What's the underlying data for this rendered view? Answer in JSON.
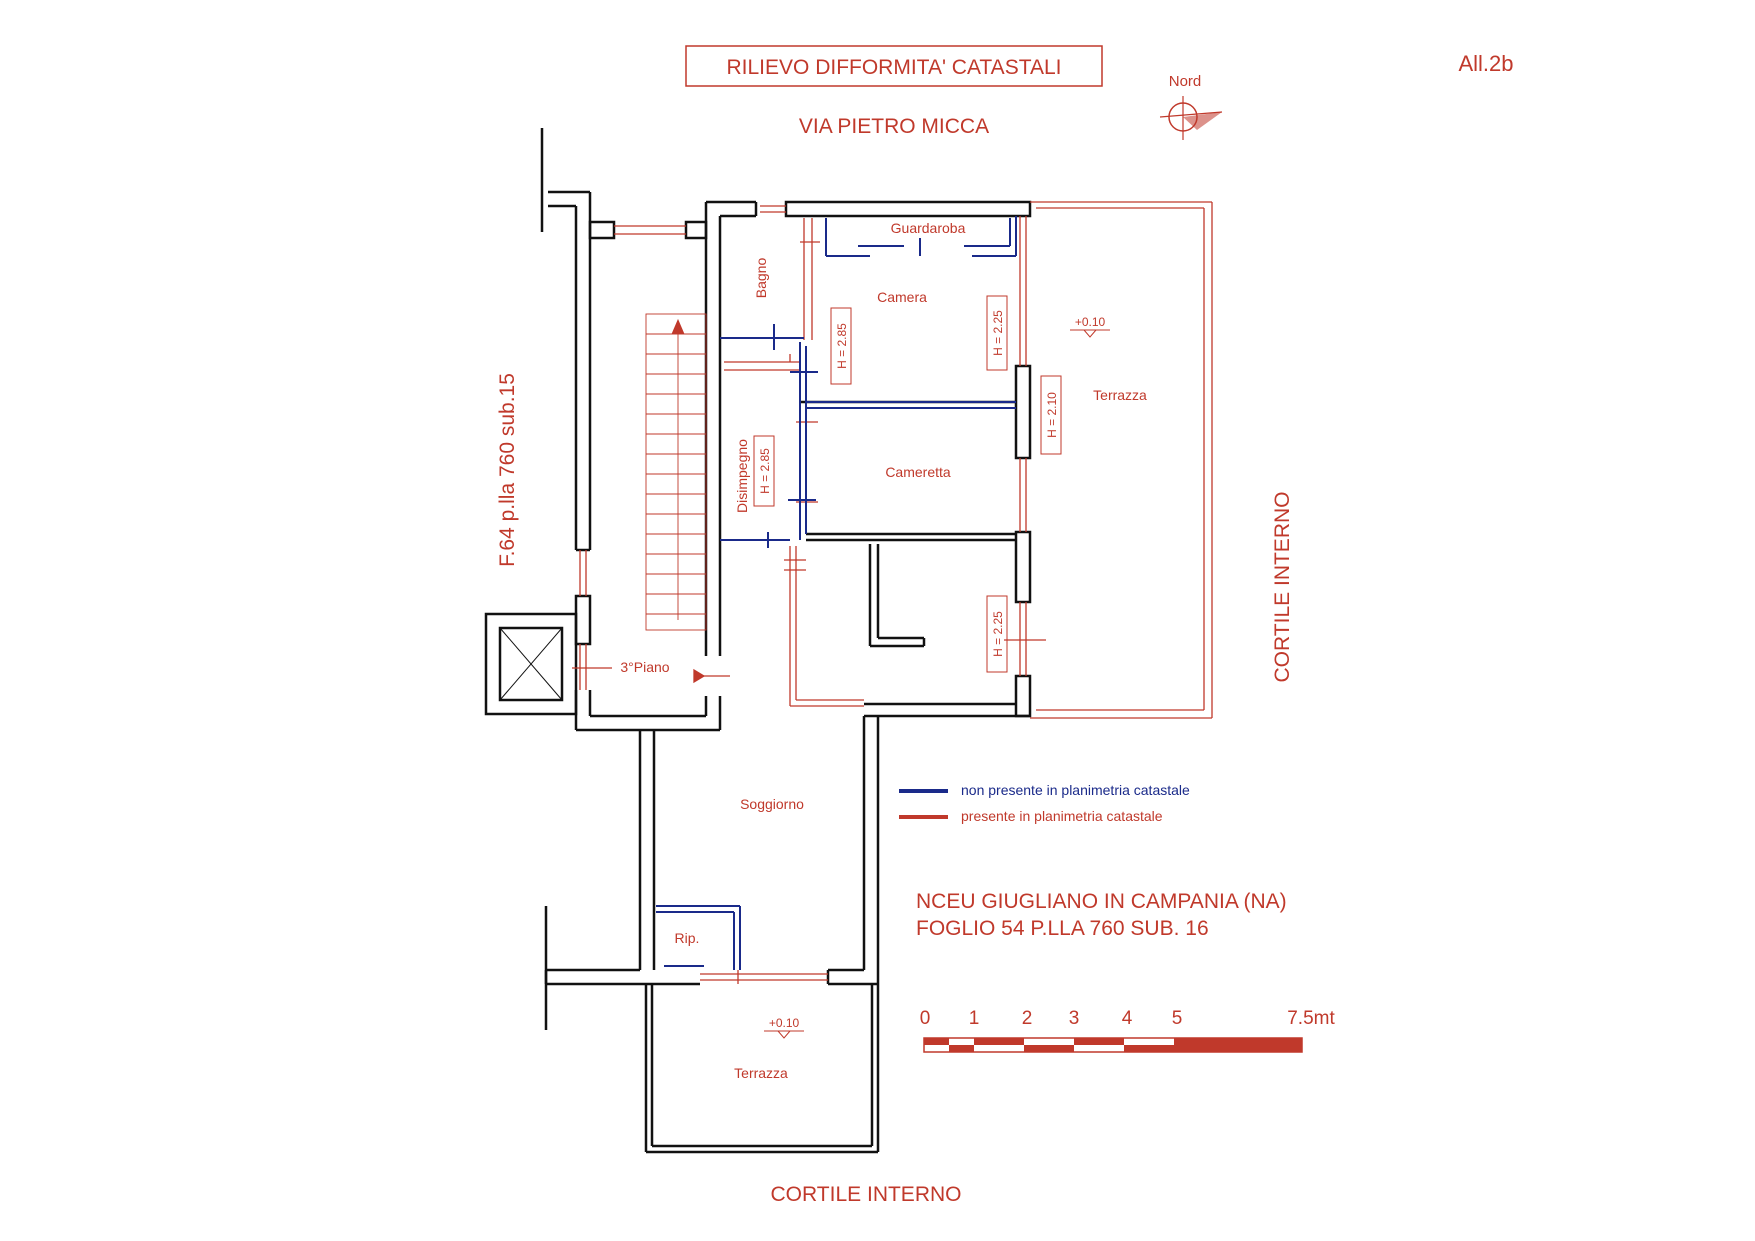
{
  "header": {
    "title": "RILIEVO DIFFORMITA' CATASTALI",
    "annex": "All.2b",
    "north_label": "Nord"
  },
  "street": "VIA PIETRO MICCA",
  "adjacent_parcel": "F.64 p.lla 760 sub.15",
  "courtyard_right": "CORTILE INTERNO",
  "courtyard_bottom": "CORTILE INTERNO",
  "rooms": {
    "guardaroba": "Guardaroba",
    "bagno": "Bagno",
    "camera": "Camera",
    "terrazza_top": "Terrazza",
    "disimpegno": "Disimpegno",
    "cameretta": "Cameretta",
    "soggiorno": "Soggiorno",
    "ripostiglio": "Rip.",
    "terrazza_bottom": "Terrazza",
    "stair_level": "3°Piano"
  },
  "heights": {
    "camera_left": "H = 2.85",
    "camera_right": "H = 2.25",
    "terrace_wall": "H = 2.10",
    "disimpegno": "H = 2.85",
    "lower_room": "H = 2.25"
  },
  "levels": {
    "terrazza_top": "+0.10",
    "terrazza_bottom": "+0.10"
  },
  "legend": {
    "items": [
      {
        "label": "non presente in planimetria catastale",
        "color": "#1a2a8a"
      },
      {
        "label": "presente in planimetria catastale",
        "color": "#c0392b"
      }
    ]
  },
  "cadastral": {
    "line1": "NCEU GIUGLIANO IN CAMPANIA (NA)",
    "line2": "FOGLIO 54  P.LLA 760 SUB. 16"
  },
  "scale_bar": {
    "ticks": [
      "0",
      "1",
      "2",
      "3",
      "4",
      "5"
    ],
    "end_label": "7.5mt"
  },
  "colors": {
    "annotation": "#c0392b",
    "wall": "#111111",
    "not_in_cadastre": "#1a2a8a",
    "in_cadastre": "#c0392b"
  }
}
